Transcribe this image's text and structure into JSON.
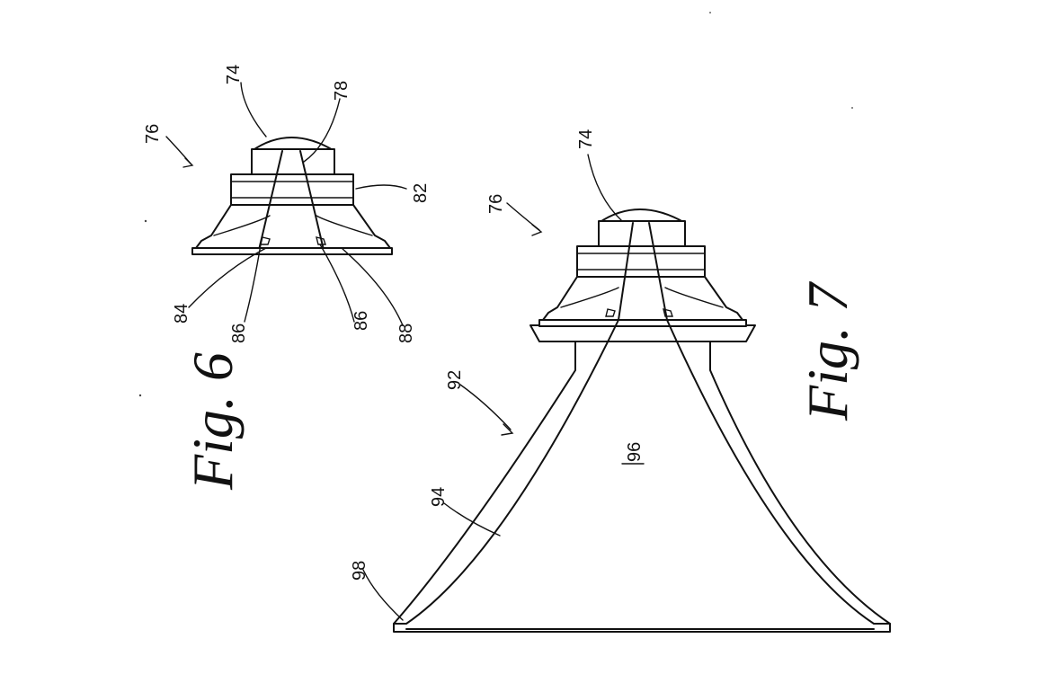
{
  "figures": {
    "fig6_caption": "Fig. 6",
    "fig7_caption": "Fig. 7"
  },
  "fig6_labels": {
    "l76": "76",
    "l74": "74",
    "l78": "78",
    "l82": "82",
    "l84": "84",
    "l86a": "86",
    "l86b": "86",
    "l88": "88"
  },
  "fig7_labels": {
    "l76": "76",
    "l74": "74",
    "l92": "92",
    "l94": "94",
    "l96": "96",
    "l98": "98"
  }
}
